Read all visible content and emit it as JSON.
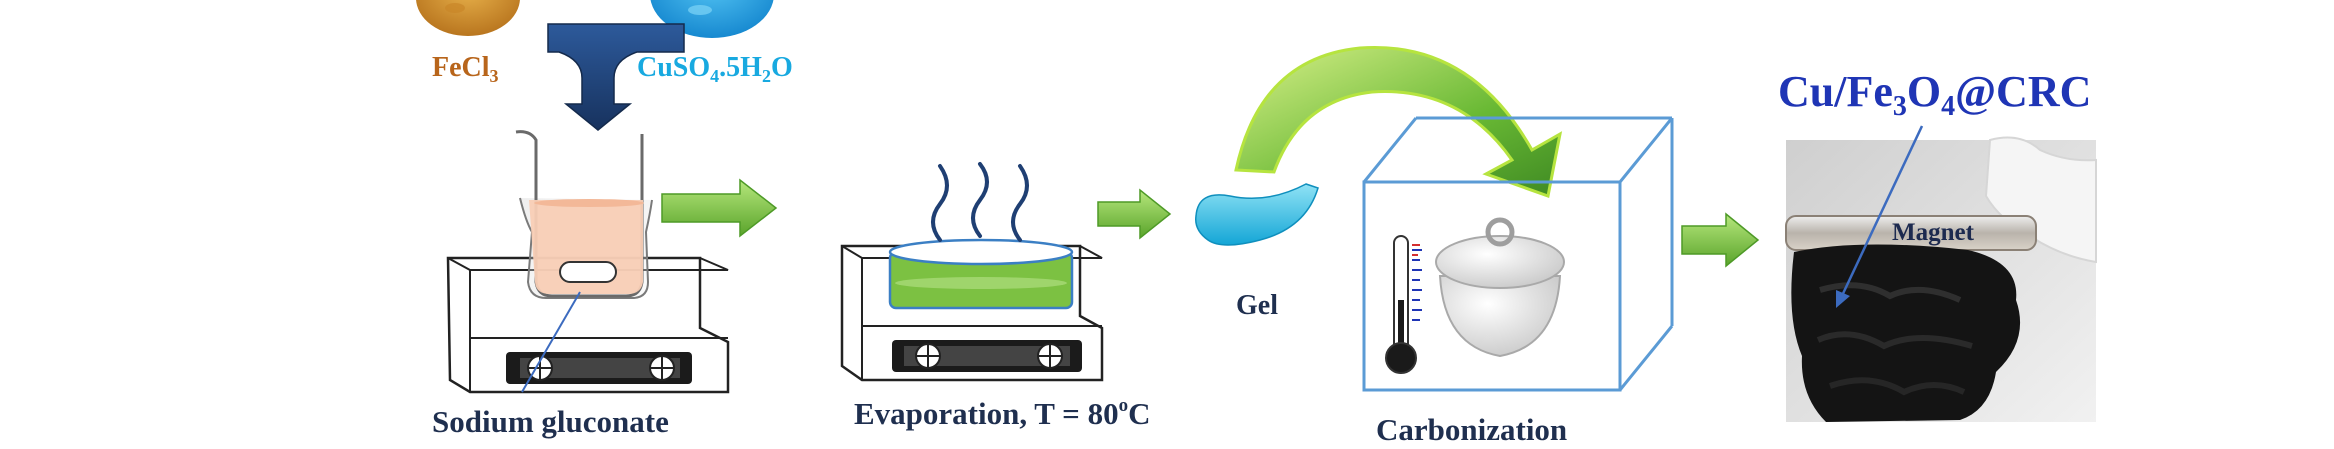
{
  "labels": {
    "fecl3_base": "FeCl",
    "fecl3_sub": "3",
    "cuso4_a": "CuSO",
    "cuso4_sub1": "4",
    "cuso4_b": ".5H",
    "cuso4_sub2": "2",
    "cuso4_c": "O",
    "sodium_gluconate": "Sodium gluconate",
    "evaporation_a": "Evaporation, T = 80",
    "evaporation_sup": "o",
    "evaporation_b": "C",
    "gel": "Gel",
    "carbonization": "Carbonization",
    "product_a": "Cu/Fe",
    "product_sub1": "3",
    "product_b": "O",
    "product_sub2": "4",
    "product_c": "@CRC",
    "magnet": "Magnet"
  },
  "colors": {
    "fecl3_powder": "#d99a2b",
    "cuso4_powder": "#1ea7e8",
    "navy_arrow": "#1f3f73",
    "green_arrow": "#6fc23a",
    "solution_pink": "#f8cdb5",
    "evap_green": "#7cc142",
    "gel_cyan": "#2ec3e6",
    "furnace_line": "#5b9bd5"
  }
}
